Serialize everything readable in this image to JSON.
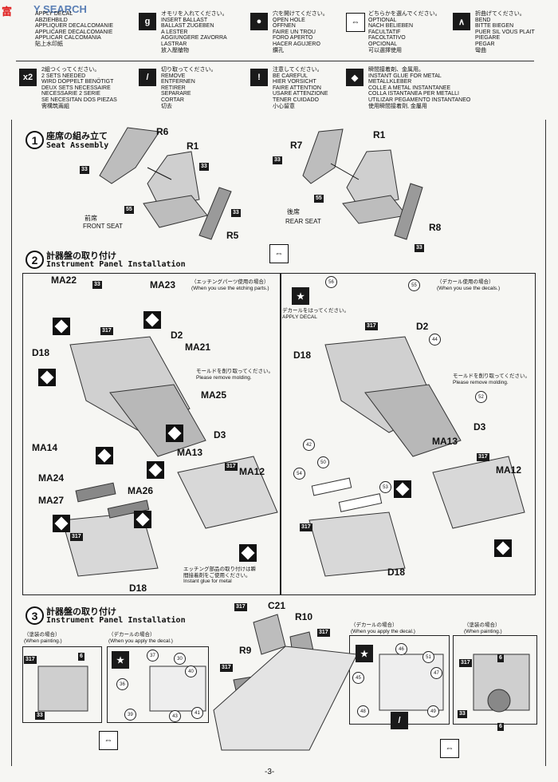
{
  "watermark": {
    "left": "富",
    "right": "Y SEARCH"
  },
  "legend": {
    "apply_decal": "APPLY DECAL\nABZIEHBILD\nAPPLIQUER DECALCOMANIE\nAPPLICARE DECALCOMANIE\nAPPLICAR CALCOMANIA\n貼上水印紙",
    "insert_ballast": "オモリを入れてください。\nINSERT BALLAST\nBALLAST ZUGEBEN\nA LESTER\nAGGIUNGERE ZAVORRA\nLASTRAR\n放入壓艙物",
    "open_hole": "穴を開けてください。\nOPEN HOLE\nÖFFNEN\nFAIRE UN TROU\nFORO APERTO\nHACER AGUJERO\n鑽孔",
    "optional": "どちらかを選んでください。\nOPTIONAL\nNACH BELIEBEN\nFACULTATIF\nFACOLTATIVO\nOPCIONAL\n可以選擇使用",
    "bend": "折曲げてください。\nBEND\nBITTE BIEGEN\nPUER SIL VOUS PLAIT\nPIEGARE\nPEGAR\n彎曲",
    "two_sets": "2組つくってください。\n2 SETS NEEDED\nWIRD DOPPELT BENÖTIGT\nDEUX SETS NECESSAIRE\nNECESSARIE 2 SERIE\nSE NECESITAN DOS PIEZAS\n需構筑兩組",
    "remove": "切り取ってください。\nREMOVE\nENTFERNEN\nRETIRER\nSEPARARE\nCORTAR\n切去",
    "be_careful": "注意してください。\nBE CAREFUL\nHIER VORSICHT\nFAIRE ATTENTION\nUSARE ATTENZIONE\nTENER CUIDADO\n小心留意",
    "instant_glue": "瞬間接着剤、金属用。\nINSTANT GLUE FOR METAL\nMETALLKLEBER\nCOLLE A METAL INSTANTANEE\nCOLLA ISTANTANEA PER METALLI\nUTILIZAR PEGAMENTO INSTANTANEO\n使用瞬間接着劑, 金屬用",
    "x2": "x2"
  },
  "steps": [
    {
      "num": "1",
      "jp": "座席の組み立て",
      "en": "Seat Assembly"
    },
    {
      "num": "2",
      "jp": "計器盤の取り付け",
      "en": "Instrument Panel Installation"
    },
    {
      "num": "3",
      "jp": "計器盤の取り付け",
      "en": "Instrument Panel Installation"
    }
  ],
  "step1": {
    "front_jp": "前席",
    "front_en": "FRONT SEAT",
    "rear_jp": "後席",
    "rear_en": "REAR SEAT",
    "parts": [
      "R6",
      "R1",
      "R5",
      "R7",
      "R1",
      "R8"
    ],
    "nums": [
      "33",
      "55",
      "33",
      "33",
      "33",
      "55",
      "33"
    ]
  },
  "step2": {
    "etching_note": "（エッチングパーツ使用の場合）\n(When you use the etching parts.)",
    "decal_note": "（デカール使用の場合）\n(When you use the decals.)",
    "remove_molding": "モールドを削り取ってください。\nPlease remove molding.",
    "apply_decal": "デカールをはってください。\nAPPLY DECAL",
    "glue_note": "エッチング部品の取り付けは瞬\n間接着剤をご使用ください。\nInstant glue for metal",
    "left_parts": [
      "MA22",
      "MA23",
      "D2",
      "MA21",
      "D18",
      "MA25",
      "MA14",
      "D3",
      "MA13",
      "MA12",
      "MA24",
      "MA27",
      "MA26",
      "D18"
    ],
    "right_parts": [
      "D2",
      "D18",
      "D3",
      "MA13",
      "MA12",
      "D18"
    ],
    "nums": [
      "33",
      "317",
      "56",
      "55",
      "44",
      "52",
      "42",
      "50",
      "54",
      "53"
    ]
  },
  "step3": {
    "painting_jp": "（塗装の場合）",
    "painting_en": "(When painting.)",
    "decal_jp": "（デカールの場合）",
    "decal_en": "(When you apply the decal.)",
    "parts": [
      "C21",
      "R10",
      "R9"
    ],
    "nums": [
      "317",
      "6",
      "33",
      "37",
      "30",
      "40",
      "36",
      "41",
      "39",
      "43",
      "46",
      "51",
      "45",
      "47",
      "48",
      "49"
    ]
  },
  "page_number": "-3-"
}
